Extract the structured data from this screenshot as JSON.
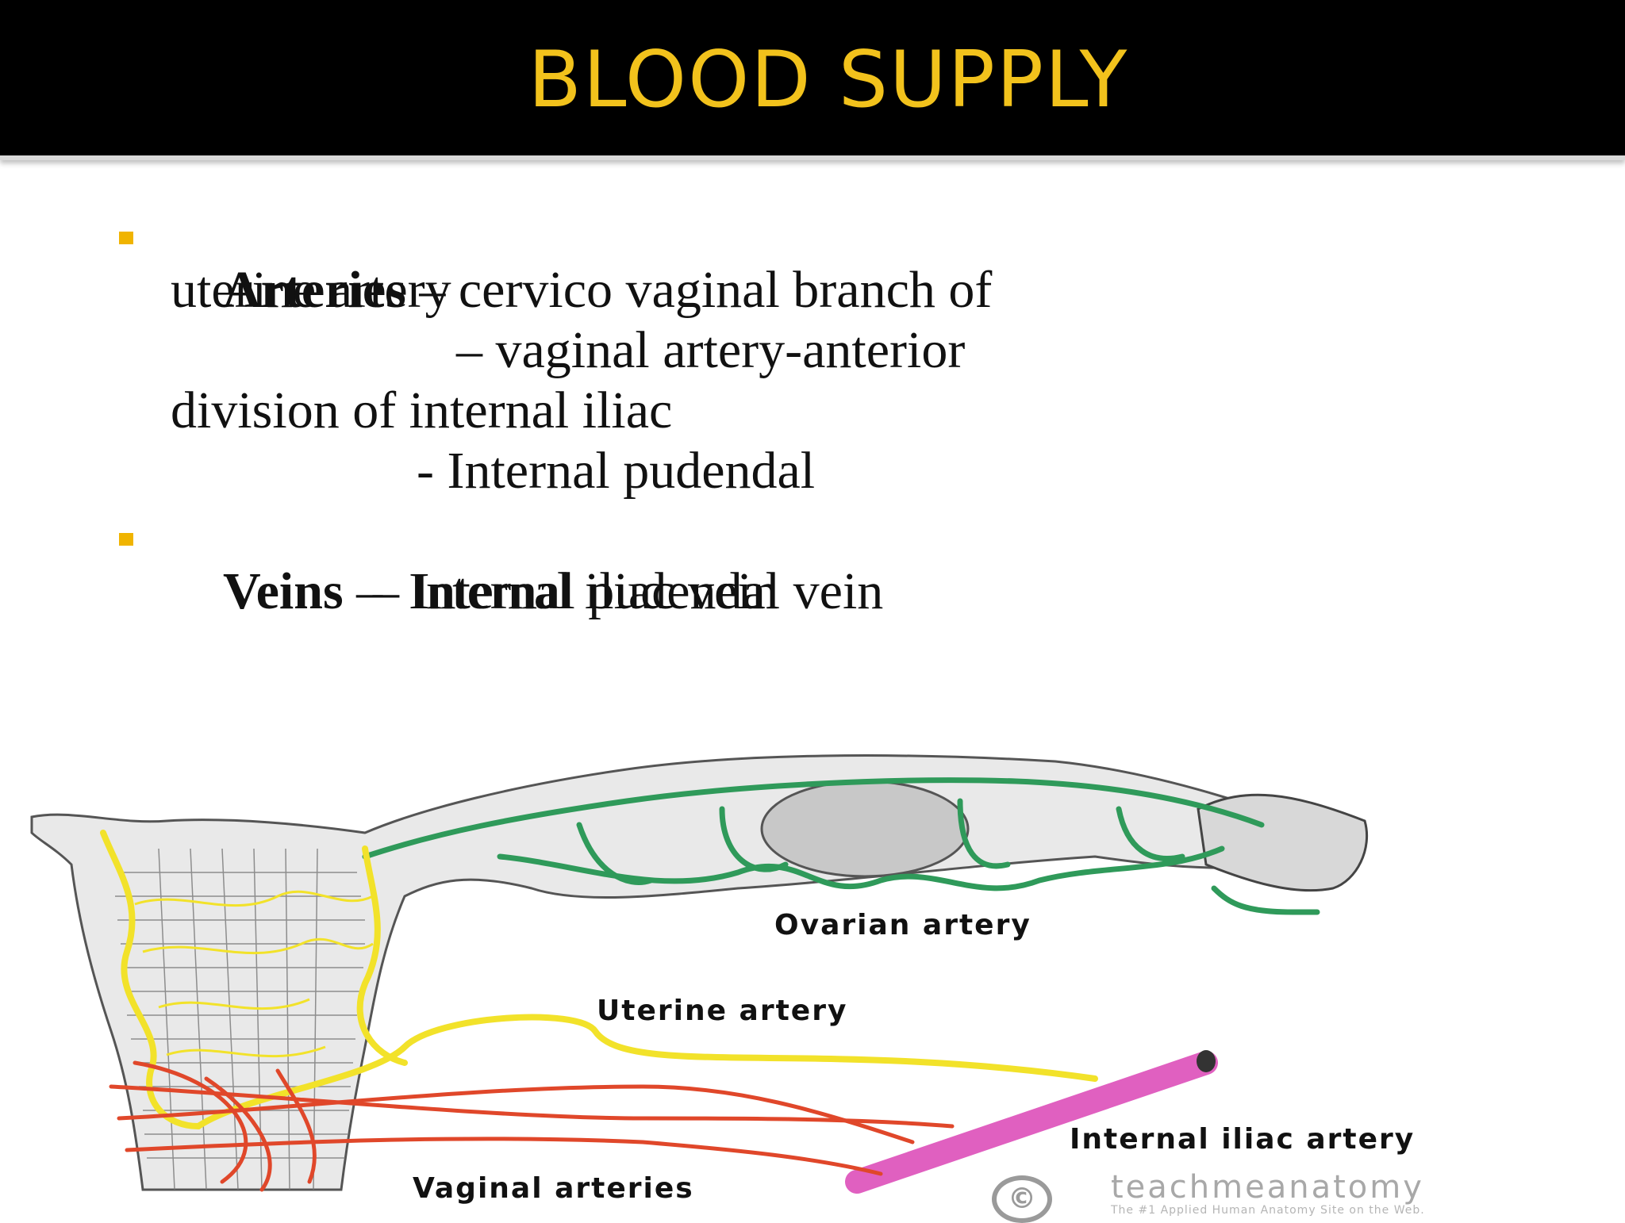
{
  "slide": {
    "title": "BLOOD SUPPLY",
    "lines": [
      {
        "bold": "Arteries",
        "text": " – cervico vaginal branch of"
      },
      {
        "bold": "",
        "text": "uterine artery"
      },
      {
        "bold": "",
        "text": "– vaginal artery-anterior"
      },
      {
        "bold": "",
        "text": "division of internal iliac"
      },
      {
        "bold": "",
        "text": "- Internal pudendal"
      },
      {
        "bold": "Veins",
        "text": " –  Internal iliac vein"
      },
      {
        "bold": "",
        "text": "– Internal pudendal vein"
      }
    ]
  },
  "diagram": {
    "labels": {
      "ovarian": "Ovarian artery",
      "uterine": "Uterine artery",
      "iliac": "Internal iliac artery",
      "vaginal": "Vaginal arteries"
    },
    "colors": {
      "ovarian": "#2f9a5a",
      "uterine": "#f2e22a",
      "vaginal": "#e0472a",
      "iliac": "#e060c0"
    }
  },
  "watermark": {
    "symbol": "©",
    "name": "teachmeanatomy",
    "tagline": "The #1 Applied Human Anatomy Site on the Web."
  }
}
